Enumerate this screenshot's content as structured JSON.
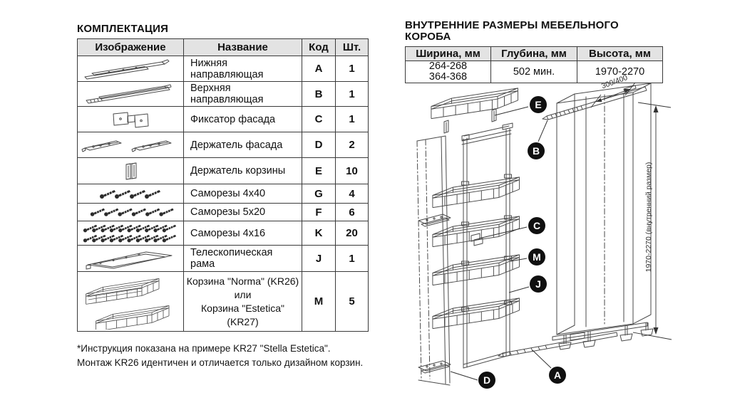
{
  "left": {
    "title": "КОМПЛЕКТАЦИЯ",
    "table": {
      "headers": [
        "Изображение",
        "Название",
        "Код",
        "Шт."
      ],
      "rows": [
        {
          "image": "lower-slide-rail",
          "name": "Нижняя направляющая",
          "code": "A",
          "qty": "1"
        },
        {
          "image": "upper-slide-rail",
          "name": "Верхняя направляющая",
          "code": "B",
          "qty": "1"
        },
        {
          "image": "facade-fixator",
          "name": "Фиксатор фасада",
          "code": "C",
          "qty": "1"
        },
        {
          "image": "facade-holder",
          "name": "Держатель фасада",
          "code": "D",
          "qty": "2"
        },
        {
          "image": "basket-holder",
          "name": "Держатель корзины",
          "code": "E",
          "qty": "10"
        },
        {
          "image": "screws",
          "name": "Саморезы 4x40",
          "code": "G",
          "qty": "4"
        },
        {
          "image": "screws",
          "name": "Саморезы 5x20",
          "code": "F",
          "qty": "6"
        },
        {
          "image": "screws",
          "name": "Саморезы 4x16",
          "code": "K",
          "qty": "20"
        },
        {
          "image": "telescopic-frame",
          "name": "Телескопическая рама",
          "code": "J",
          "qty": "1"
        },
        {
          "image": "baskets",
          "name_line1": "Корзина \"Norma\" (KR26)",
          "name_line2": "или",
          "name_line3": "Корзина \"Estetica\" (KR27)",
          "code": "M",
          "qty": "5"
        }
      ]
    },
    "footnote_line1": "*Инструкция показана на примере KR27 \"Stella Estetica\".",
    "footnote_line2": "Монтаж KR26 идентичен и отличается только дизайном корзин."
  },
  "right": {
    "title": "ВНУТРЕННИЕ РАЗМЕРЫ МЕБЕЛЬНОГО КОРОБА",
    "table": {
      "headers": [
        "Ширина, мм",
        "Глубина, мм",
        "Высота, мм"
      ],
      "width_line1": "264-268",
      "width_line2": "364-368",
      "depth": "502 мин.",
      "height": "1970-2270"
    },
    "diagram": {
      "callouts": [
        "E",
        "B",
        "C",
        "M",
        "J",
        "D",
        "A"
      ],
      "dim_depth": "300/400",
      "dim_height": "1970-2270 (внутренний размер)"
    }
  }
}
